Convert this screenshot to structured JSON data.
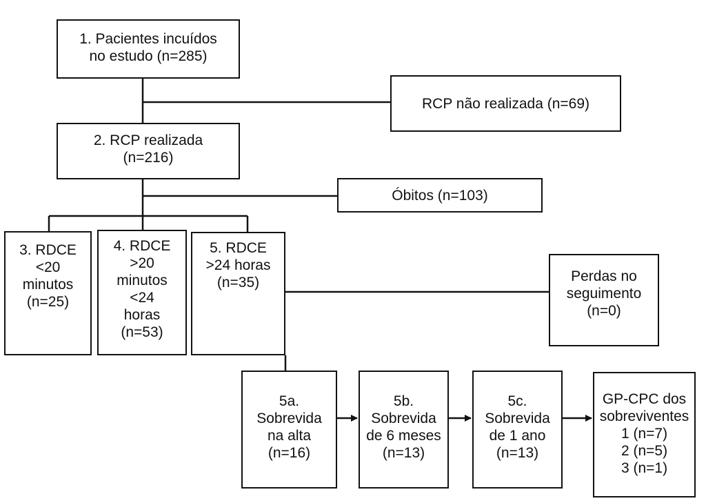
{
  "boxes": {
    "box1": [
      "1. Pacientes incuídos",
      "no estudo (n=285)"
    ],
    "rcp_nao": [
      "RCP não realizada (n=69)"
    ],
    "box2": [
      "2. RCP realizada",
      "(n=216)"
    ],
    "obitos": [
      "Óbitos (n=103)"
    ],
    "box3": [
      "3. RDCE",
      "<20",
      "minutos",
      "(n=25)"
    ],
    "box4": [
      "4. RDCE",
      ">20",
      "minutos",
      "<24",
      "horas",
      "(n=53)"
    ],
    "box5": [
      "5. RDCE",
      ">24 horas",
      "(n=35)"
    ],
    "perdas": [
      "Perdas no",
      "seguimento",
      "(n=0)"
    ],
    "box5a": [
      "5a.",
      "Sobrevida",
      "na alta",
      "(n=16)"
    ],
    "box5b": [
      "5b.",
      "Sobrevida",
      "de 6 meses",
      "(n=13)"
    ],
    "box5c": [
      "5c.",
      "Sobrevida",
      "de 1 ano",
      "(n=13)"
    ],
    "gpcpc": [
      "GP-CPC dos",
      "sobreviventes",
      "1 (n=7)",
      "2 (n=5)",
      "3 (n=1)"
    ]
  },
  "colors": {
    "stroke": "#111111",
    "background": "#ffffff"
  }
}
